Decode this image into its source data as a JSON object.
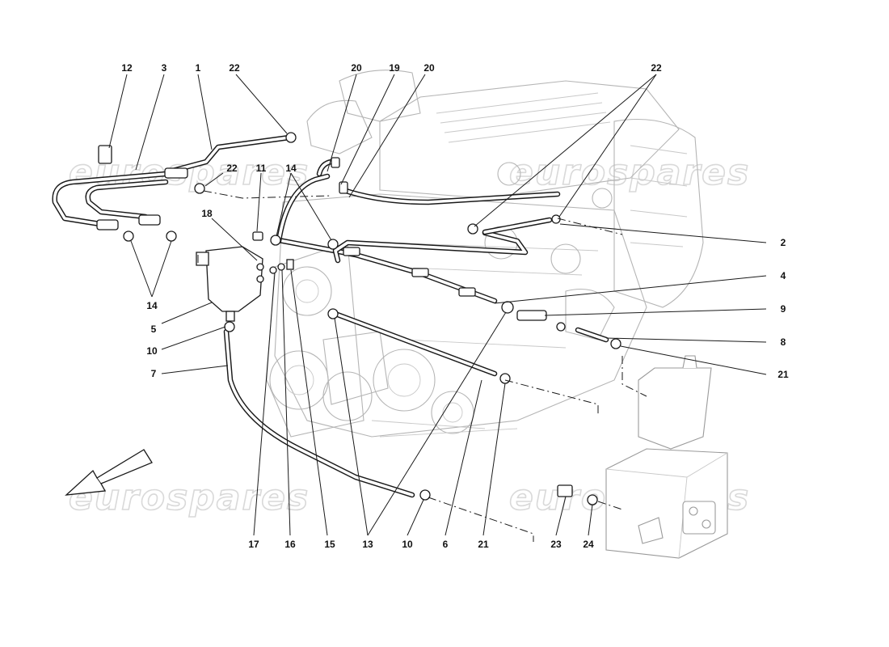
{
  "watermarks": [
    "eurospares",
    "eurospares",
    "eurospares",
    "eurospares"
  ],
  "callouts": {
    "c12": "12",
    "c3": "3",
    "c1": "1",
    "c22a": "22",
    "c20a": "20",
    "c19": "19",
    "c20b": "20",
    "c22b": "22",
    "c22c": "22",
    "c11": "11",
    "c14a": "14",
    "c18": "18",
    "c14b": "14",
    "c5": "5",
    "c10a": "10",
    "c7": "7",
    "c2": "2",
    "c4": "4",
    "c9": "9",
    "c8": "8",
    "c21a": "21",
    "c17": "17",
    "c16": "16",
    "c15": "15",
    "c13": "13",
    "c10b": "10",
    "c6": "6",
    "c21b": "21",
    "c23": "23",
    "c24": "24"
  },
  "icons": {
    "orientation_arrow": "front-direction-arrow-icon"
  },
  "colors": {
    "line": "#1a1a1a",
    "engine": "#b5b5b5",
    "watermark": "#d9d9d9"
  }
}
